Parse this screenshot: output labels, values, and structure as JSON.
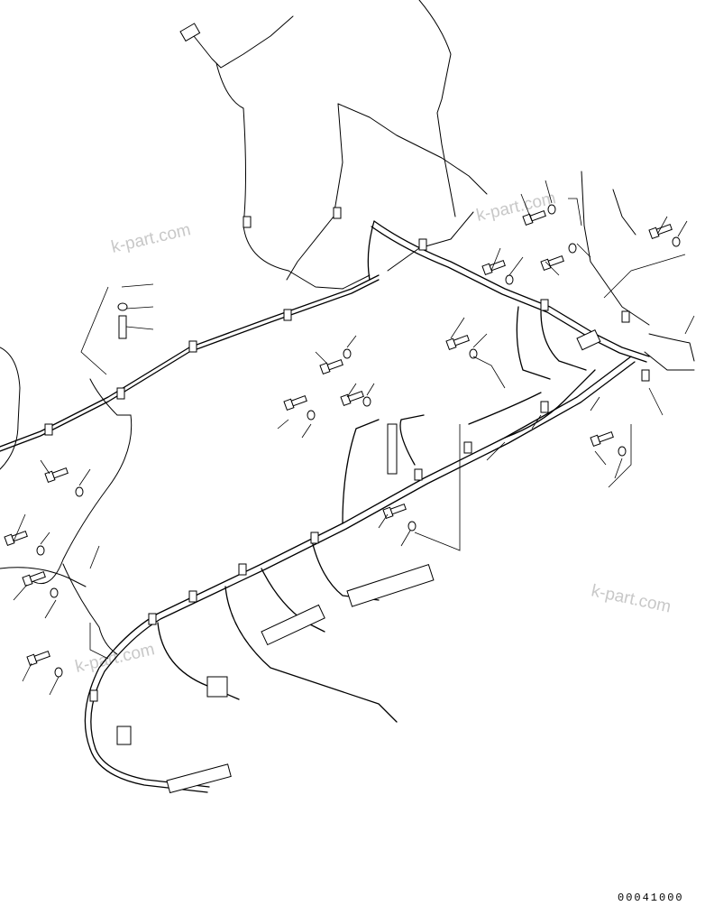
{
  "watermarks": [
    {
      "text": "k-part.com"
    },
    {
      "text": "k-part.com"
    },
    {
      "text": "k-part.com"
    },
    {
      "text": "k-part.com"
    }
  ],
  "drawing_code": "00041000",
  "colors": {
    "line": "#000000",
    "watermark": "#c8c8c8",
    "background": "#ffffff"
  }
}
